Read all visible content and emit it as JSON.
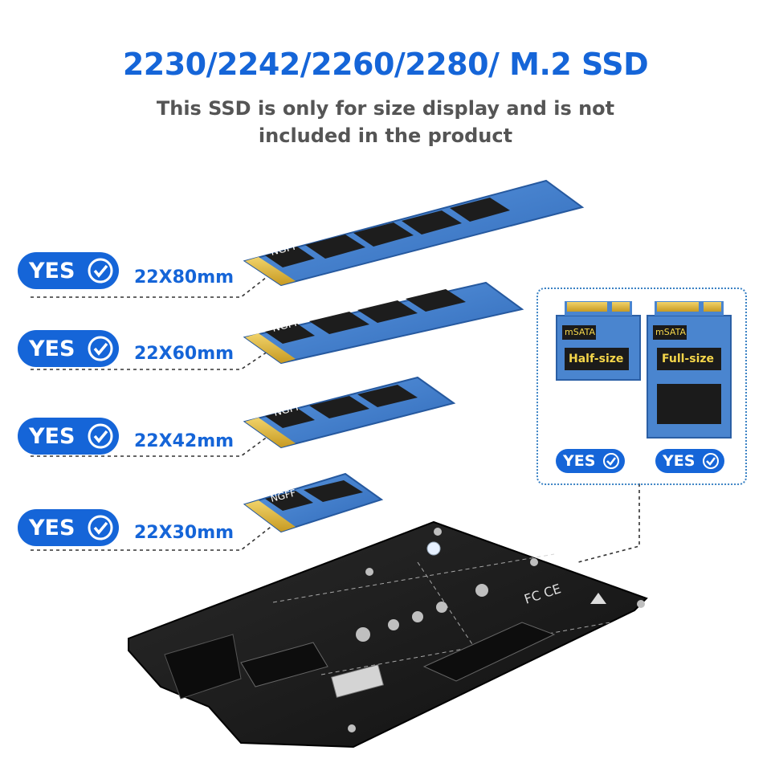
{
  "header": {
    "title": "2230/2242/2260/2280/ M.2 SSD",
    "subtitle": "This SSD is only for size display and is not included in the product"
  },
  "ssd_rows": [
    {
      "badge": "YES",
      "size": "22X80mm",
      "label": "NGFF"
    },
    {
      "badge": "YES",
      "size": "22X60mm",
      "label": "NGFF"
    },
    {
      "badge": "YES",
      "size": "22X42mm",
      "label": "NGFF"
    },
    {
      "badge": "YES",
      "size": "22X30mm",
      "label": "NGFF"
    }
  ],
  "msata": {
    "cards": [
      {
        "tag": "mSATA",
        "size": "Half-size",
        "badge": "YES"
      },
      {
        "tag": "mSATA",
        "size": "Full-size",
        "badge": "YES"
      }
    ]
  },
  "colors": {
    "brand_blue": "#1565d8",
    "pcb_blue": "#3f7fd0",
    "gold": "#d8b33a",
    "board_black": "#1a1a1a"
  }
}
